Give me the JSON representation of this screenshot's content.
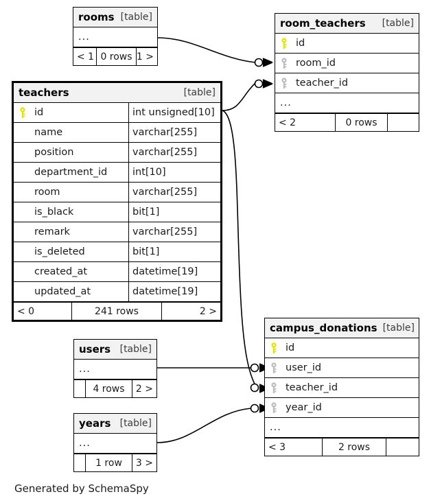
{
  "diagram": {
    "caption": "Generated by SchemaSpy",
    "table_tag": "[table]",
    "ellipsis": "...",
    "icons": {
      "primary_key": "key-icon-yellow",
      "foreign_key": "key-icon-gray",
      "connector_zero": "circle-zero-icon",
      "connector_many": "crows-foot-many-icon"
    },
    "colors": {
      "pk_key": "#e3e300",
      "fk_key": "#bdbdbd",
      "header_bg": "#f2f2f2",
      "border": "#000000",
      "background": "#ffffff",
      "edge": "#000000"
    }
  },
  "tables": [
    {
      "id": "rooms",
      "name": "rooms",
      "tag": "[table]",
      "columns": [],
      "has_ellipsis": true,
      "footer": [
        "< 1",
        "0 rows",
        "1 >"
      ]
    },
    {
      "id": "room_teachers",
      "name": "room_teachers",
      "tag": "[table]",
      "columns": [
        {
          "name": "id",
          "type": "",
          "key": "primary"
        },
        {
          "name": "room_id",
          "type": "",
          "key": "foreign"
        },
        {
          "name": "teacher_id",
          "type": "",
          "key": "foreign"
        }
      ],
      "has_ellipsis": true,
      "footer": [
        "< 2",
        "0 rows",
        ""
      ]
    },
    {
      "id": "teachers",
      "name": "teachers",
      "tag": "[table]",
      "focal": true,
      "columns": [
        {
          "name": "id",
          "type": "int unsigned[10]",
          "key": "primary"
        },
        {
          "name": "name",
          "type": "varchar[255]",
          "key": "none"
        },
        {
          "name": "position",
          "type": "varchar[255]",
          "key": "none"
        },
        {
          "name": "department_id",
          "type": "int[10]",
          "key": "none"
        },
        {
          "name": "room",
          "type": "varchar[255]",
          "key": "none"
        },
        {
          "name": "is_black",
          "type": "bit[1]",
          "key": "none"
        },
        {
          "name": "remark",
          "type": "varchar[255]",
          "key": "none"
        },
        {
          "name": "is_deleted",
          "type": "bit[1]",
          "key": "none"
        },
        {
          "name": "created_at",
          "type": "datetime[19]",
          "key": "none"
        },
        {
          "name": "updated_at",
          "type": "datetime[19]",
          "key": "none"
        }
      ],
      "has_ellipsis": false,
      "footer": [
        "< 0",
        "241 rows",
        "2 >"
      ]
    },
    {
      "id": "campus_donations",
      "name": "campus_donations",
      "tag": "[table]",
      "columns": [
        {
          "name": "id",
          "type": "",
          "key": "primary"
        },
        {
          "name": "user_id",
          "type": "",
          "key": "foreign"
        },
        {
          "name": "teacher_id",
          "type": "",
          "key": "foreign"
        },
        {
          "name": "year_id",
          "type": "",
          "key": "foreign"
        }
      ],
      "has_ellipsis": true,
      "footer": [
        "< 3",
        "2 rows",
        ""
      ]
    },
    {
      "id": "users",
      "name": "users",
      "tag": "[table]",
      "columns": [],
      "has_ellipsis": true,
      "footer": [
        "",
        "4 rows",
        "2 >"
      ]
    },
    {
      "id": "years",
      "name": "years",
      "tag": "[table]",
      "columns": [],
      "has_ellipsis": true,
      "footer": [
        "",
        "1 row",
        "3 >"
      ]
    }
  ],
  "relationships": [
    {
      "from": "rooms",
      "to": "room_teachers.room_id"
    },
    {
      "from": "teachers",
      "to": "room_teachers.teacher_id"
    },
    {
      "from": "users",
      "to": "campus_donations.user_id"
    },
    {
      "from": "teachers",
      "to": "campus_donations.teacher_id"
    },
    {
      "from": "years",
      "to": "campus_donations.year_id"
    }
  ]
}
